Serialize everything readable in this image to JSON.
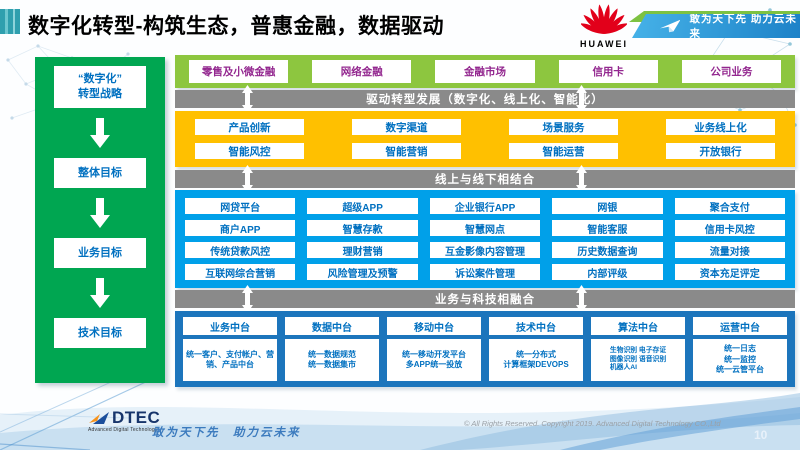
{
  "header": {
    "title": "数字化转型-构筑生态，普惠金融，数据驱动",
    "huawei_wordmark": "HUAWEI",
    "banner_slogan": "敢为天下先 助力云未来"
  },
  "sidebar": {
    "items": [
      "“数字化”\n转型战略",
      "整体目标",
      "业务目标",
      "技术目标"
    ]
  },
  "business_row": [
    "零售及小微金融",
    "网络金融",
    "金融市场",
    "信用卡",
    "公司业务"
  ],
  "connectors": [
    "驱动转型发展（数字化、线上化、智能化）",
    "线上与线下相结合",
    "业务与科技相融合"
  ],
  "transform_rows": [
    [
      "产品创新",
      "数字渠道",
      "场景服务",
      "业务线上化"
    ],
    [
      "智能风控",
      "智能营销",
      "智能运营",
      "开放银行"
    ]
  ],
  "online_rows": [
    [
      "网贷平台",
      "超级APP",
      "企业银行APP",
      "网银",
      "聚合支付"
    ],
    [
      "商户APP",
      "智慧存款",
      "智慧网点",
      "智能客服",
      "信用卡风控"
    ],
    [
      "传统贷款风控",
      "理财营销",
      "互金影像内容管理",
      "历史数据查询",
      "流量对接"
    ],
    [
      "互联网综合营销",
      "风险管理及预警",
      "诉讼案件管理",
      "内部评级",
      "资本充足评定"
    ]
  ],
  "platforms": [
    {
      "title": "业务中台",
      "detail": "统一客户、支付帐户、营销、产品中台"
    },
    {
      "title": "数据中台",
      "detail": "统一数据规范\n统一数据集市"
    },
    {
      "title": "移动中台",
      "detail": "统一移动开发平台\n多APP统一投放"
    },
    {
      "title": "技术中台",
      "detail": "统一分布式\n计算框架DEVOPS"
    },
    {
      "title": "算法中台",
      "detail": "生物识别 电子存证\n图像识别 语音识别\n机器人AI"
    },
    {
      "title": "运营中台",
      "detail": "统一日志\n统一监控\n统一云管平台"
    }
  ],
  "footer": {
    "logo_text": "DTEC",
    "logo_subtext": "Advanced Digital Technology",
    "slogan": "敢为天下先　助力云未来",
    "copyright": "© All Rights Reserved. Copyright 2019. Advanced Digital Technology CO.,Ltd",
    "page_number": "10"
  },
  "colors": {
    "sidebar_green": "#00A651",
    "business_green": "#8DC63F",
    "connector_gray": "#8A8A8A",
    "transform_yellow": "#FFC000",
    "online_blue": "#00A0E9",
    "platform_blue": "#1C75BC",
    "box_text_blue": "#0070C0",
    "business_text_purple": "#93278F",
    "huawei_red": "#E2001A"
  }
}
